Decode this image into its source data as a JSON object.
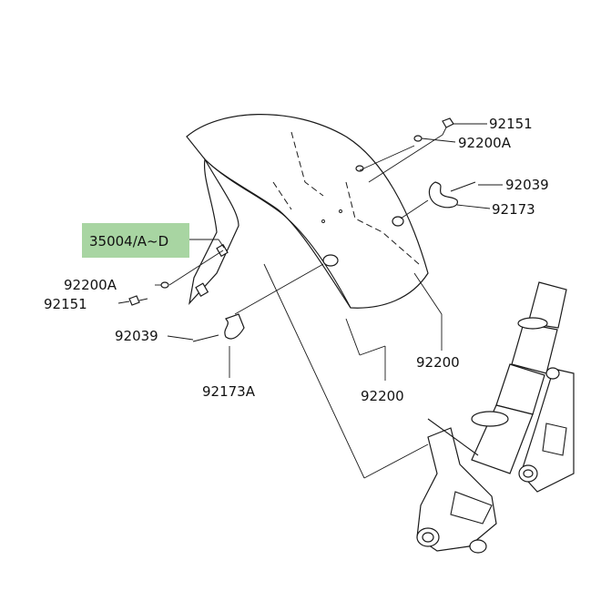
{
  "callouts": {
    "fender_assembly": "35004/A~D",
    "bolt_top": "92151",
    "washer_top": "92200A",
    "clip_right_small": "92039",
    "clamp_right": "92173",
    "washer_left": "92200A",
    "bolt_left": "92151",
    "clip_left_small": "92039",
    "clamp_left": "92173A",
    "bolt_right_lower": "92200",
    "bolt_center_lower": "92200"
  },
  "colors": {
    "highlight": "#a8d5a2",
    "ink": "#1a1a1a"
  }
}
